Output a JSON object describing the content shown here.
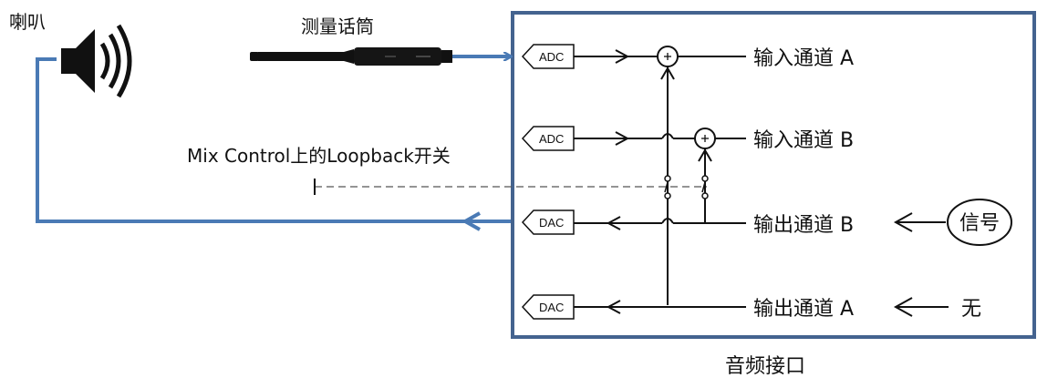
{
  "colors": {
    "line": "#000000",
    "blue": "#4a7ab5",
    "frame": "#44638f"
  },
  "labels": {
    "speaker": "喇叭",
    "microphone": "测量话筒",
    "loopback_switch": "Mix Control上的Loopback开关",
    "interface": "音频接口",
    "in_a": "输入通道 A",
    "in_b": "输入通道 B",
    "out_b": "输出通道 B",
    "out_a": "输出通道 A",
    "signal": "信号",
    "none": "无"
  },
  "converters": {
    "adc1": "ADC",
    "adc2": "ADC",
    "dac1": "DAC",
    "dac2": "DAC"
  },
  "icons": {
    "speaker": "speaker-icon",
    "microphone": "microphone-icon",
    "plus": "plus-icon"
  }
}
